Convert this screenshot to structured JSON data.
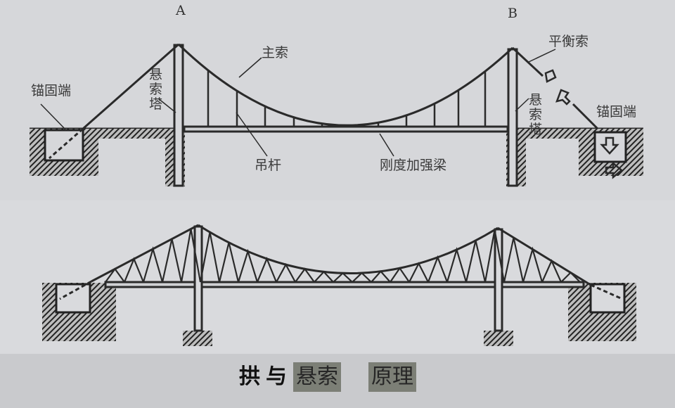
{
  "top_diagram": {
    "point_a": "A",
    "point_b": "B",
    "main_cable": "主索",
    "balance_cable": "平衡索",
    "anchor_left": "锚固端",
    "anchor_right": "锚固端",
    "tower_left": "悬索塔",
    "tower_right": "悬索塔",
    "hanger": "吊杆",
    "stiffening_girder": "刚度加强梁"
  },
  "caption": {
    "part1": "拱与",
    "part2": "悬索",
    "part3": "原理"
  },
  "colors": {
    "paper": "#d6d7da",
    "ink": "#2a2a2a",
    "highlight": "#7c7f76"
  }
}
